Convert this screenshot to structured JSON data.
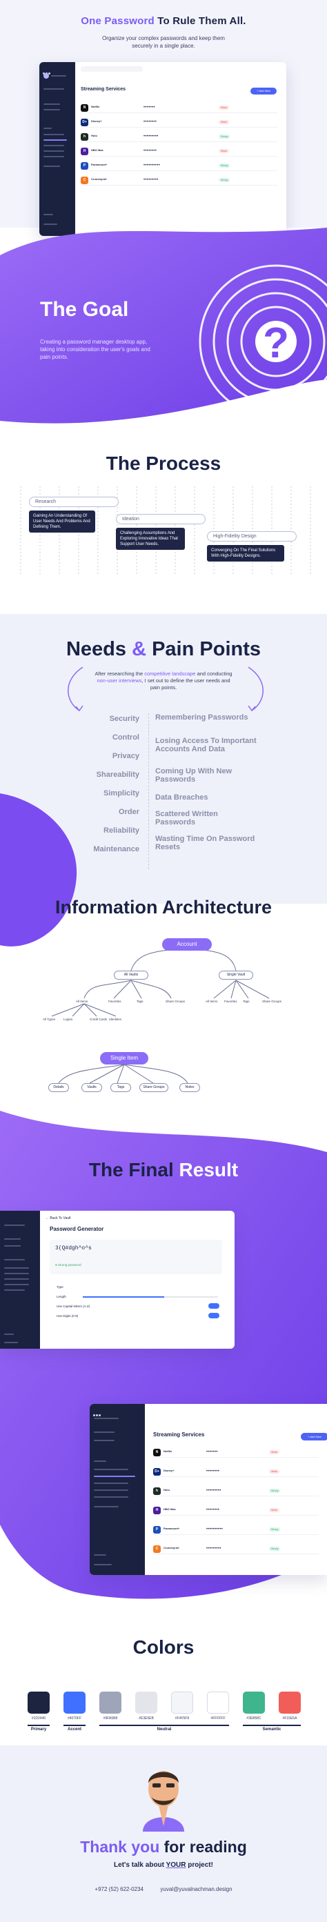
{
  "hero": {
    "title_accent": "One Password",
    "title_rest": " To Rule Them All.",
    "subtitle": "Organize your complex passwords and keep them securely in a single place."
  },
  "app": {
    "title": "Streaming Services",
    "add_label": "+ Add New",
    "rows": [
      {
        "name": "Netflix",
        "logo": "N",
        "color": "#111111",
        "pass": "•••••••",
        "status": "Weak",
        "status_class": "weak"
      },
      {
        "name": "Disney+",
        "logo": "D+",
        "color": "#0c2a7a",
        "pass": "••••••••",
        "status": "Weak",
        "status_class": "weak"
      },
      {
        "name": "Hulu",
        "logo": "h",
        "color": "#1c2b23",
        "pass": "•••••••••",
        "status": "Strong",
        "status_class": "strong"
      },
      {
        "name": "HBO Max",
        "logo": "H",
        "color": "#4b1f9e",
        "pass": "••••••••",
        "status": "Weak",
        "status_class": "weak"
      },
      {
        "name": "Paramount+",
        "logo": "P",
        "color": "#1d4fb8",
        "pass": "••••••••••",
        "status": "Strong",
        "status_class": "strong"
      },
      {
        "name": "Crunchyroll",
        "logo": "C",
        "color": "#f07a24",
        "pass": "•••••••••",
        "status": "Strong",
        "status_class": "strong"
      }
    ]
  },
  "goal": {
    "title": "The Goal",
    "description": "Creating a password manager desktop app, taking into consideration the user's goals and pain points."
  },
  "process": {
    "title": "The Process",
    "steps": [
      {
        "label": "Research",
        "note": "Gaining An Understanding Of User Needs And Problems And Defining Them."
      },
      {
        "label": "Ideation",
        "note": "Challenging Assumptions And Exploring Innovative Ideas That Support User Needs."
      },
      {
        "label": "High-Fidelity Design",
        "note": "Converging On The Final Solutions With High-Fidelity Designs."
      }
    ]
  },
  "needs": {
    "title_a": "Needs ",
    "title_amp": "&",
    "title_b": " Pain Points",
    "intro_1": "After researching the ",
    "intro_hl1": "competitive landscape",
    "intro_2": " and conducting ",
    "intro_hl2": "non-user interviews",
    "intro_3": ", I set out to define the user needs and pain points.",
    "needs": [
      "Security",
      "Control",
      "Privacy",
      "Shareability",
      "Simplicity",
      "Order",
      "Reliability",
      "Maintenance"
    ],
    "pains": [
      "Remembering Passwords",
      "Losing Access To Important Accounts And Data",
      "Coming Up With New Passwords",
      "Data Breaches",
      "Scattered Written Passwords",
      "Wasting Time On Password Resets"
    ]
  },
  "ia": {
    "title": "Information Architecture",
    "root": "Account",
    "all_vaults": "All Vaults",
    "single_vault": "Single Vault",
    "all_vault_children": [
      "All Items",
      "Favorites",
      "Tags",
      "Share Groups"
    ],
    "all_items_children": [
      "All Types",
      "Logins",
      "Credit Cards",
      "Identities"
    ],
    "single_vault_children": [
      "All Items",
      "Favorites",
      "Tags",
      "Share Groups"
    ],
    "single_item": "Single Item",
    "single_item_children": [
      "Details",
      "Vaults",
      "Tags",
      "Share Groups",
      "Notes"
    ]
  },
  "final": {
    "title_a": "The Final ",
    "title_b": "Result",
    "generator": {
      "back": "Back To Vault",
      "title": "Password Generator",
      "password": "3(Q#dgh^o^s",
      "strength": "Strong password",
      "type_label": "Type",
      "length_label": "Length",
      "uppercase_label": "Use Capital letters (A-Z)",
      "digits_label": "Use Digits (0-9)"
    }
  },
  "colors": {
    "title": "Colors",
    "swatches": [
      {
        "hex": "#1D2440",
        "color": "#1d2440"
      },
      {
        "hex": "#4070FF",
        "color": "#4070ff"
      },
      {
        "hex": "#9FA5B8",
        "color": "#9fa5b8"
      },
      {
        "hex": "#E3E5EB",
        "color": "#e3e5eb"
      },
      {
        "hex": "#F4F5F8",
        "color": "#f4f5f8"
      },
      {
        "hex": "#FFFFFF",
        "color": "#ffffff"
      },
      {
        "hex": "#3EB58C",
        "color": "#3eb58c"
      },
      {
        "hex": "#F15E5A",
        "color": "#f15e5a"
      }
    ],
    "groups": [
      "Primary",
      "Accent",
      "Neutral",
      "Semantic"
    ]
  },
  "thanks": {
    "title_a": "Thank you",
    "title_b": " for reading",
    "sub_a": "Let's talk about ",
    "sub_b": "YOUR",
    "sub_c": " project!",
    "phone": "+972 (52) 622-0234",
    "email": "yuval@yuvalnachman.design"
  }
}
